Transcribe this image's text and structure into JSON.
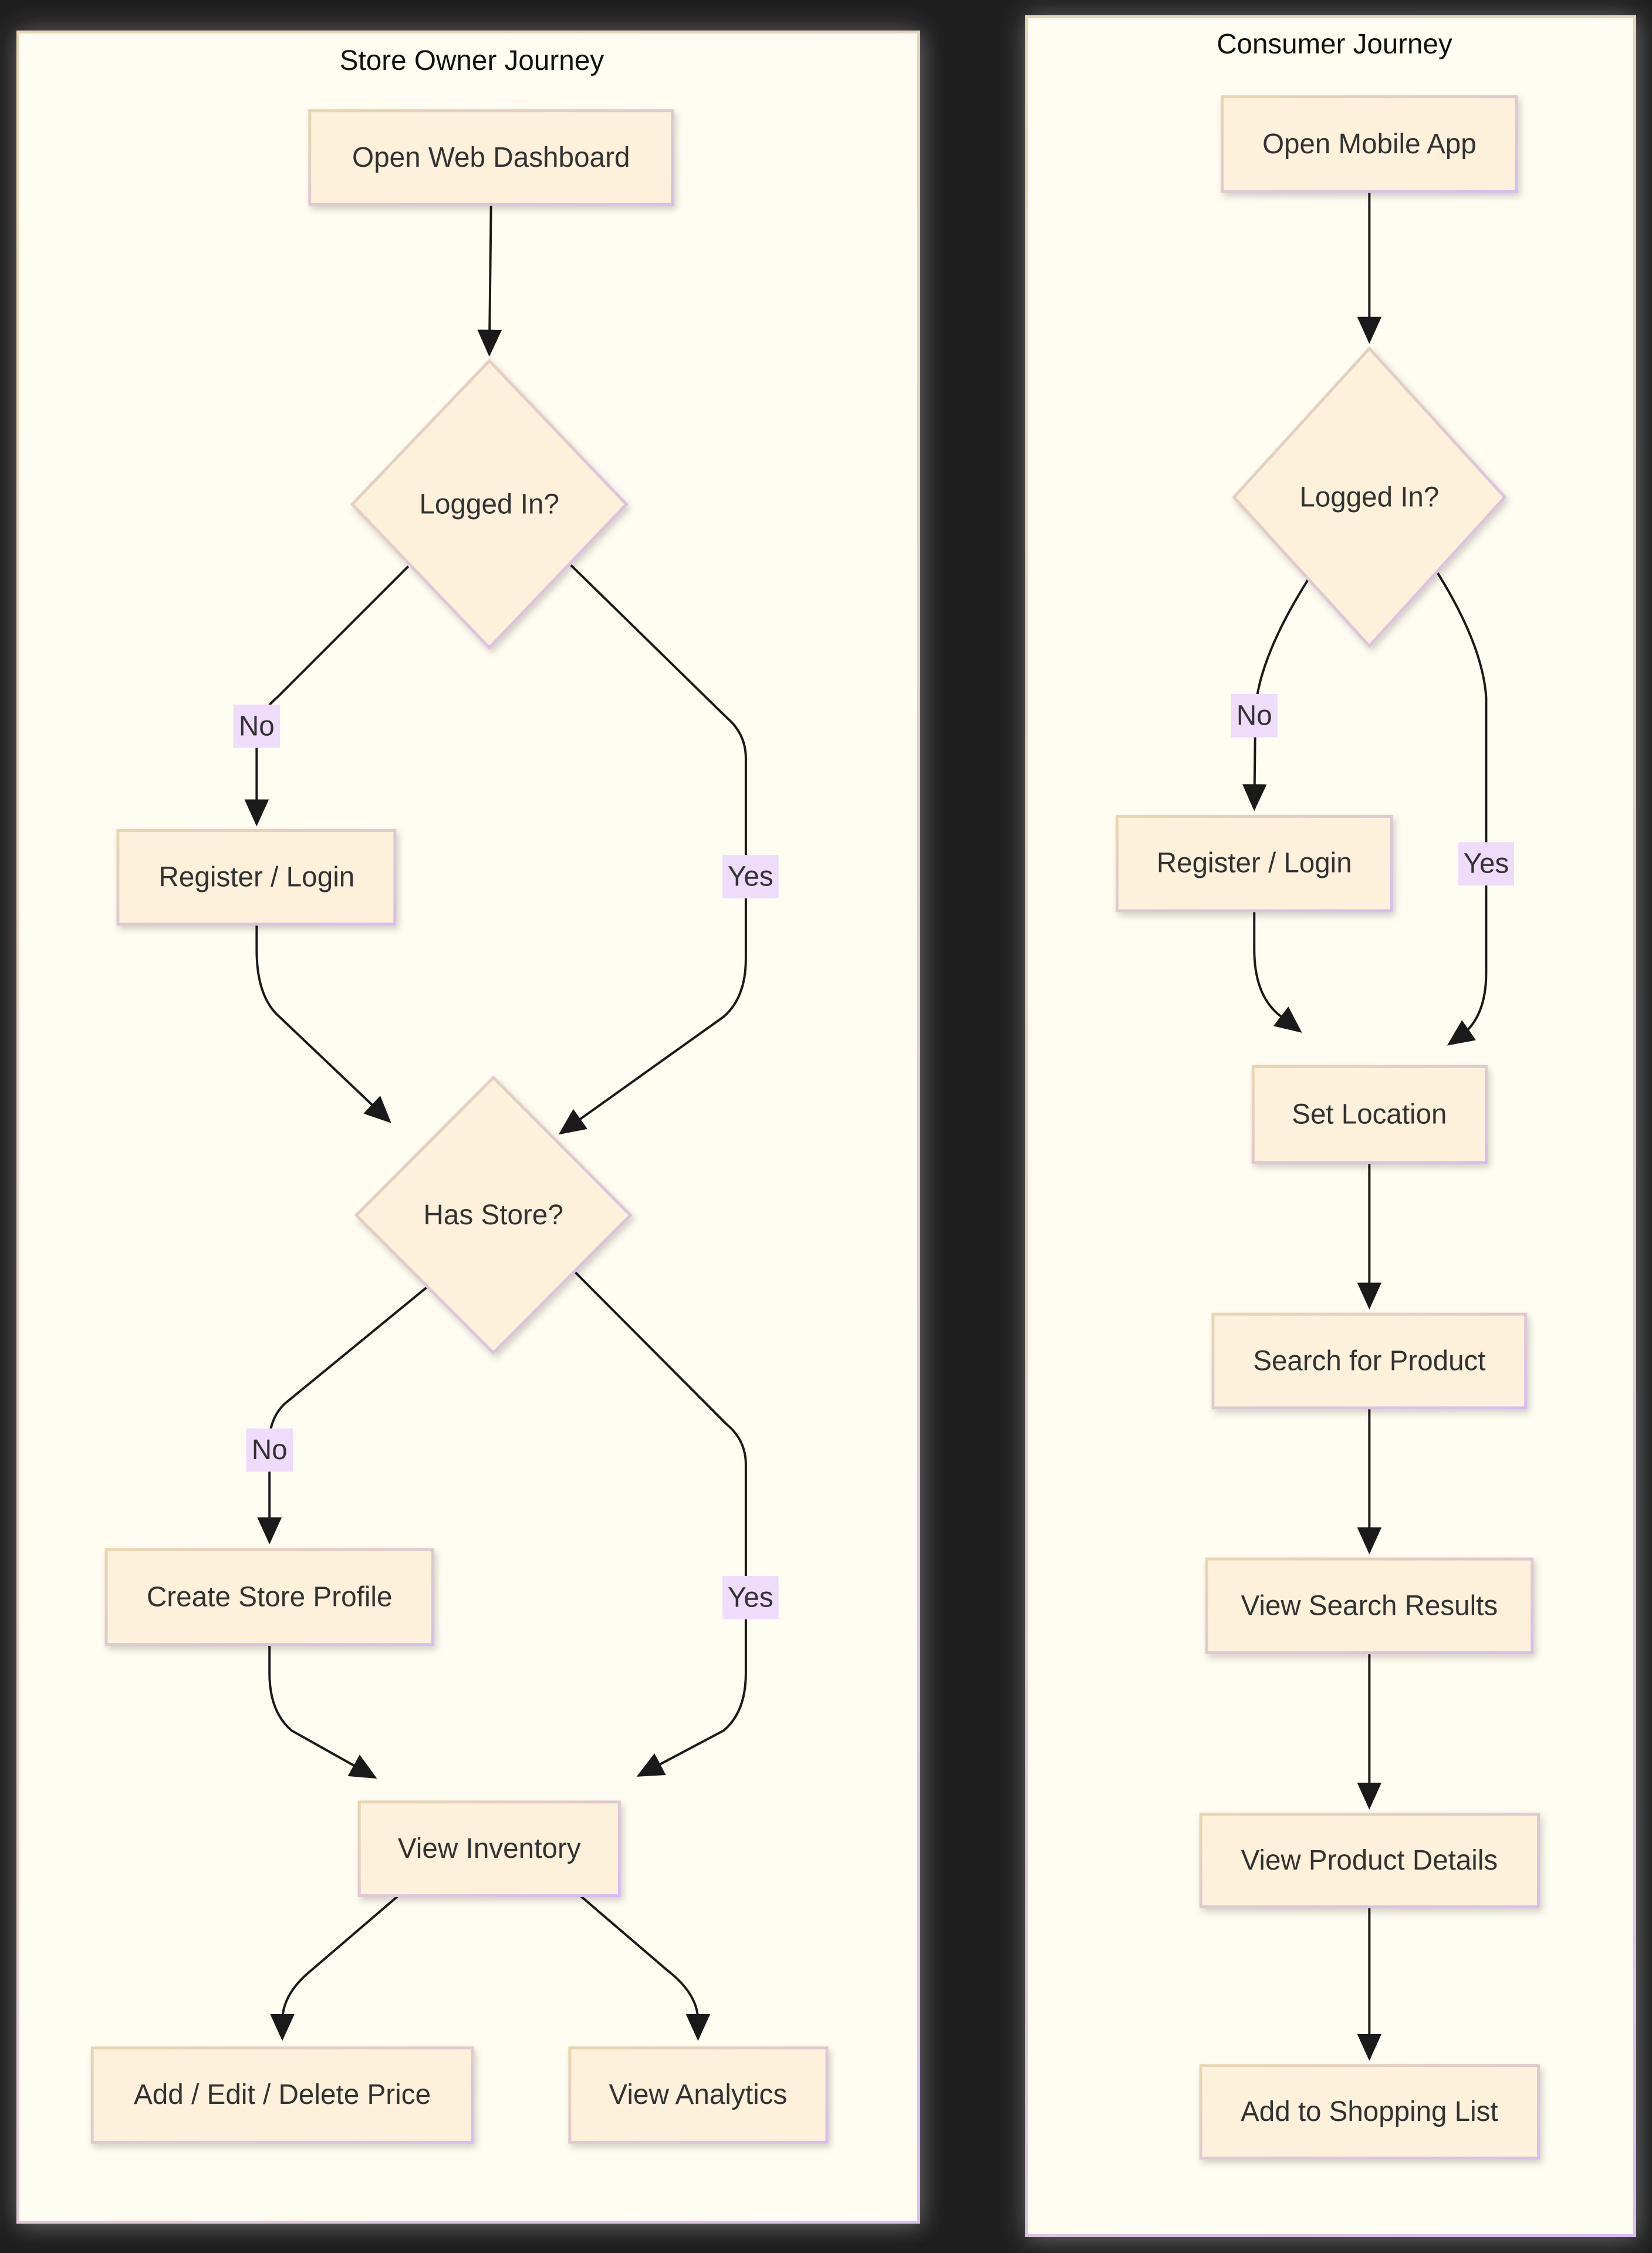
{
  "colors": {
    "page_bg": "#1f1f1f",
    "panel_bg": "#fffdf1",
    "node_fill": "#fdf1dc",
    "node_border_start": "#e8d6b0",
    "node_border_end": "#d9bcf0",
    "edge_label_bg": "#eedcfa",
    "edge_color": "#1a1a1a",
    "text_color": "#333333"
  },
  "store_owner_journey": {
    "title": "Store Owner Journey",
    "nodes": {
      "open_dashboard": "Open Web Dashboard",
      "logged_in": "Logged In?",
      "register_login": "Register / Login",
      "has_store": "Has Store?",
      "create_store": "Create Store Profile",
      "view_inventory": "View Inventory",
      "add_edit_delete": "Add / Edit / Delete Price",
      "view_analytics": "View Analytics"
    },
    "edge_labels": {
      "no1": "No",
      "yes1": "Yes",
      "no2": "No",
      "yes2": "Yes"
    }
  },
  "consumer_journey": {
    "title": "Consumer Journey",
    "nodes": {
      "open_app": "Open Mobile App",
      "logged_in": "Logged In?",
      "register_login": "Register / Login",
      "set_location": "Set Location",
      "search_product": "Search for Product",
      "view_results": "View Search Results",
      "view_details": "View Product Details",
      "add_shopping_list": "Add to Shopping List"
    },
    "edge_labels": {
      "no": "No",
      "yes": "Yes"
    }
  }
}
